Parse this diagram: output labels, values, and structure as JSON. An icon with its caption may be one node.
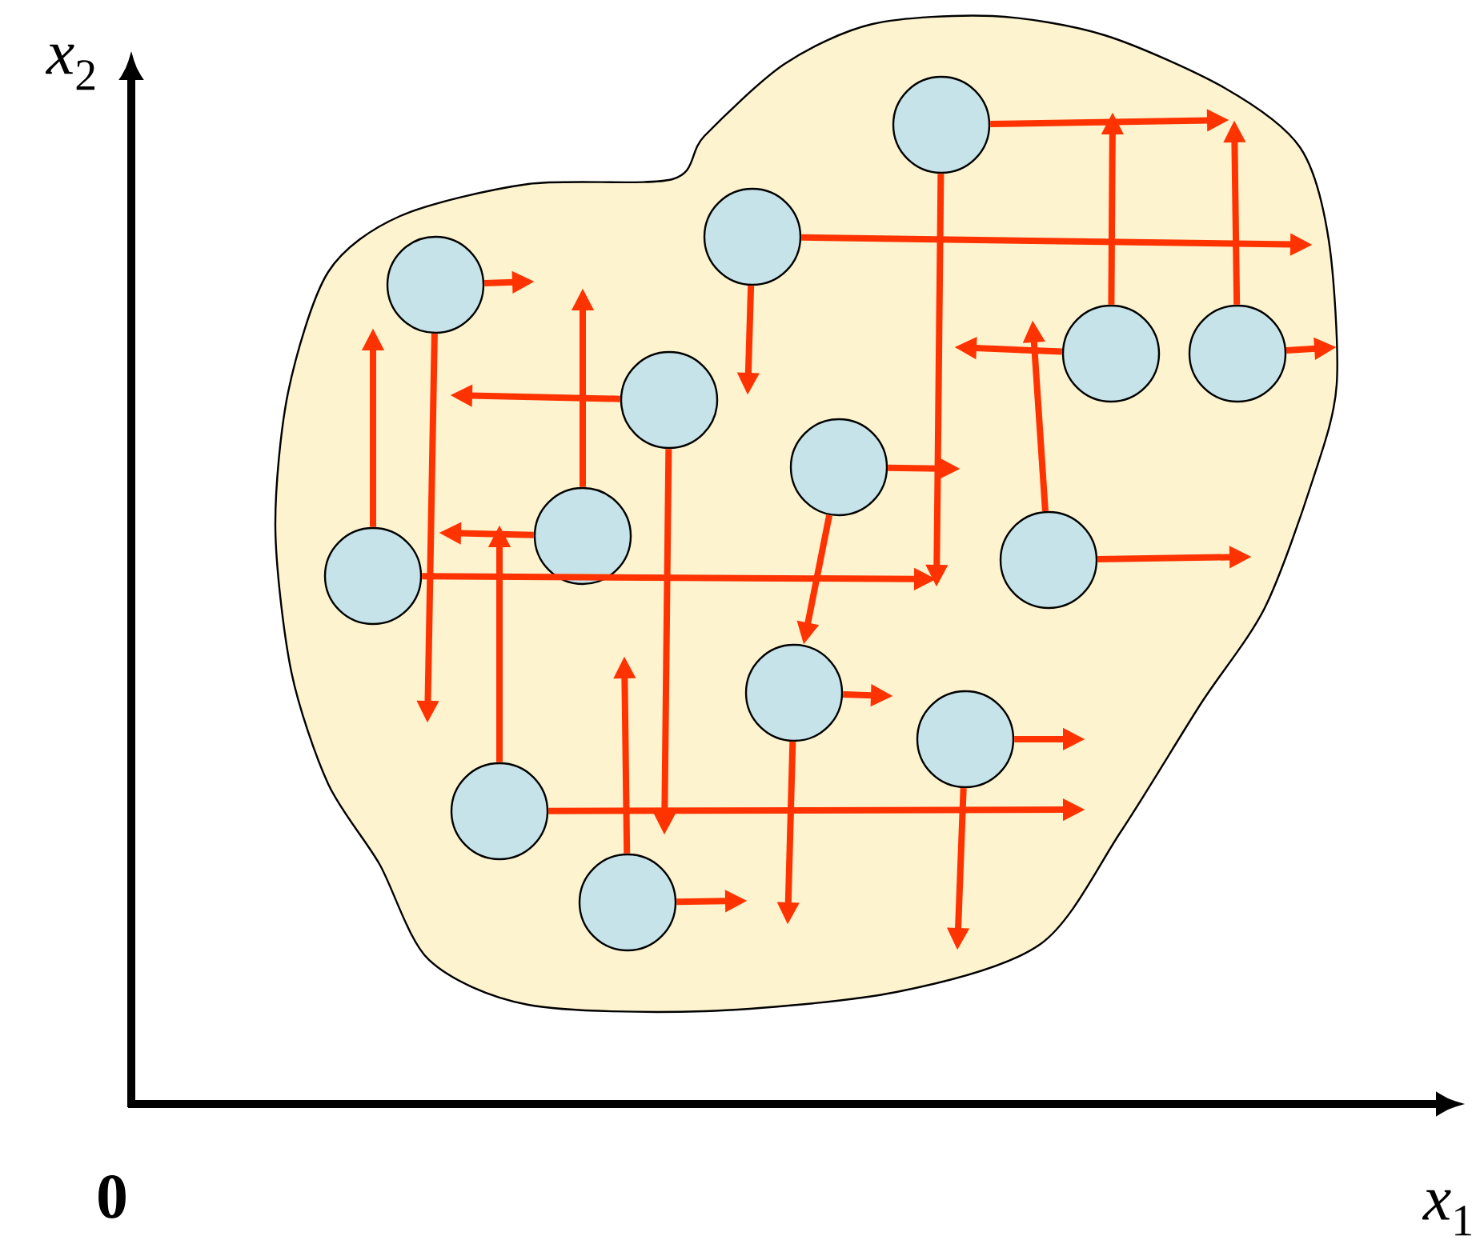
{
  "diagram": {
    "nodes": [
      {
        "text": [],
        "shape": "cloud"
      },
      {
        "text": [],
        "shape": "circle",
        "in": 0
      },
      {
        "text": [],
        "shape": "circle",
        "in": 0
      },
      {
        "text": [],
        "shape": "circle",
        "in": 0
      },
      {
        "text": [],
        "shape": "circle",
        "in": 0
      },
      {
        "text": [],
        "shape": "circle",
        "in": 0
      },
      {
        "text": [],
        "shape": "circle",
        "in": 0
      },
      {
        "text": [],
        "shape": "circle",
        "in": 0
      },
      {
        "text": [],
        "shape": "circle",
        "in": 0
      },
      {
        "text": [],
        "shape": "circle",
        "in": 0
      },
      {
        "text": [],
        "shape": "circle",
        "in": 0
      },
      {
        "text": [],
        "shape": "circle",
        "in": 0
      },
      {
        "text": [],
        "shape": "circle",
        "in": 0
      },
      {
        "text": [],
        "shape": "circle",
        "in": 0
      },
      {
        "text": [],
        "shape": "circle",
        "in": 0
      }
    ],
    "edges": [
      {
        "from": 1,
        "to": null,
        "arrow": "to"
      },
      {
        "from": 1,
        "to": null,
        "arrow": "to"
      },
      {
        "from": 2,
        "to": null,
        "arrow": "to"
      },
      {
        "from": 2,
        "to": null,
        "arrow": "to"
      },
      {
        "from": 3,
        "to": null,
        "arrow": "to"
      },
      {
        "from": 3,
        "to": null,
        "arrow": "to"
      },
      {
        "from": 4,
        "to": null,
        "arrow": "to"
      },
      {
        "from": 4,
        "to": null,
        "arrow": "to"
      },
      {
        "from": 5,
        "to": null,
        "arrow": "to"
      },
      {
        "from": 5,
        "to": null,
        "arrow": "to"
      },
      {
        "from": 6,
        "to": null,
        "arrow": "to"
      },
      {
        "from": 6,
        "to": null,
        "arrow": "to"
      },
      {
        "from": 7,
        "to": null,
        "arrow": "to"
      },
      {
        "from": 7,
        "to": 11,
        "arrow": "to"
      },
      {
        "from": 8,
        "to": null,
        "arrow": "to"
      },
      {
        "from": 8,
        "to": null,
        "arrow": "to"
      },
      {
        "from": 9,
        "to": null,
        "arrow": "to"
      },
      {
        "from": 9,
        "to": null,
        "arrow": "to"
      },
      {
        "from": 10,
        "to": null,
        "arrow": "to"
      },
      {
        "from": 10,
        "to": null,
        "arrow": "to"
      },
      {
        "from": 11,
        "to": null,
        "arrow": "to"
      },
      {
        "from": 11,
        "to": null,
        "arrow": "to"
      },
      {
        "from": 12,
        "to": null,
        "arrow": "to"
      },
      {
        "from": 12,
        "to": null,
        "arrow": "to"
      },
      {
        "from": 13,
        "to": null,
        "arrow": "to"
      },
      {
        "from": 13,
        "to": null,
        "arrow": "to"
      },
      {
        "from": 14,
        "to": null,
        "arrow": "to"
      },
      {
        "from": 14,
        "to": null,
        "arrow": "to"
      }
    ],
    "labels": [
      "*x*$_{2}$",
      "0",
      "*x*$_{1}$"
    ]
  }
}
